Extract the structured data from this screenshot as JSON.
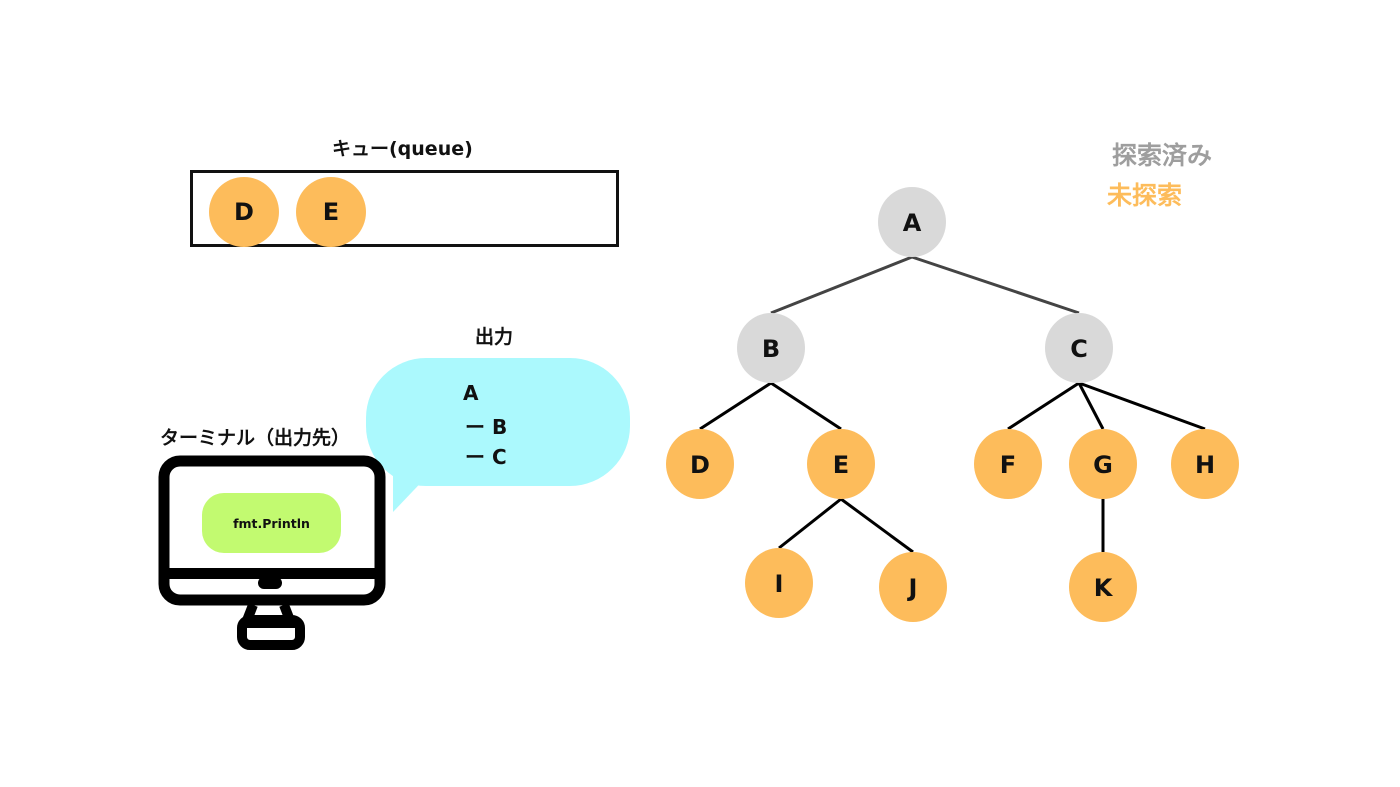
{
  "queue": {
    "title": "キュー(queue)",
    "items": [
      "D",
      "E"
    ]
  },
  "legend": {
    "explored": "探索済み",
    "unexplored": "未探索",
    "explored_color": "#d9d9d9",
    "unexplored_color": "#fdbc5b",
    "explored_text_color": "#9e9e9e"
  },
  "output": {
    "title": "出力",
    "lines": [
      "A",
      "ー B",
      "ー C"
    ],
    "bubble_color": "#abf9fd"
  },
  "terminal": {
    "title": "ターミナル（出力先）",
    "code": "fmt.Println",
    "code_bg": "#c2fa70"
  },
  "tree": {
    "nodes": [
      {
        "id": "A",
        "state": "explored"
      },
      {
        "id": "B",
        "state": "explored"
      },
      {
        "id": "C",
        "state": "explored"
      },
      {
        "id": "D",
        "state": "unexplored"
      },
      {
        "id": "E",
        "state": "unexplored"
      },
      {
        "id": "F",
        "state": "unexplored"
      },
      {
        "id": "G",
        "state": "unexplored"
      },
      {
        "id": "H",
        "state": "unexplored"
      },
      {
        "id": "I",
        "state": "unexplored"
      },
      {
        "id": "J",
        "state": "unexplored"
      },
      {
        "id": "K",
        "state": "unexplored"
      }
    ],
    "edges": [
      [
        "A",
        "B"
      ],
      [
        "A",
        "C"
      ],
      [
        "B",
        "D"
      ],
      [
        "B",
        "E"
      ],
      [
        "C",
        "F"
      ],
      [
        "C",
        "G"
      ],
      [
        "C",
        "H"
      ],
      [
        "E",
        "I"
      ],
      [
        "E",
        "J"
      ],
      [
        "G",
        "K"
      ]
    ]
  }
}
